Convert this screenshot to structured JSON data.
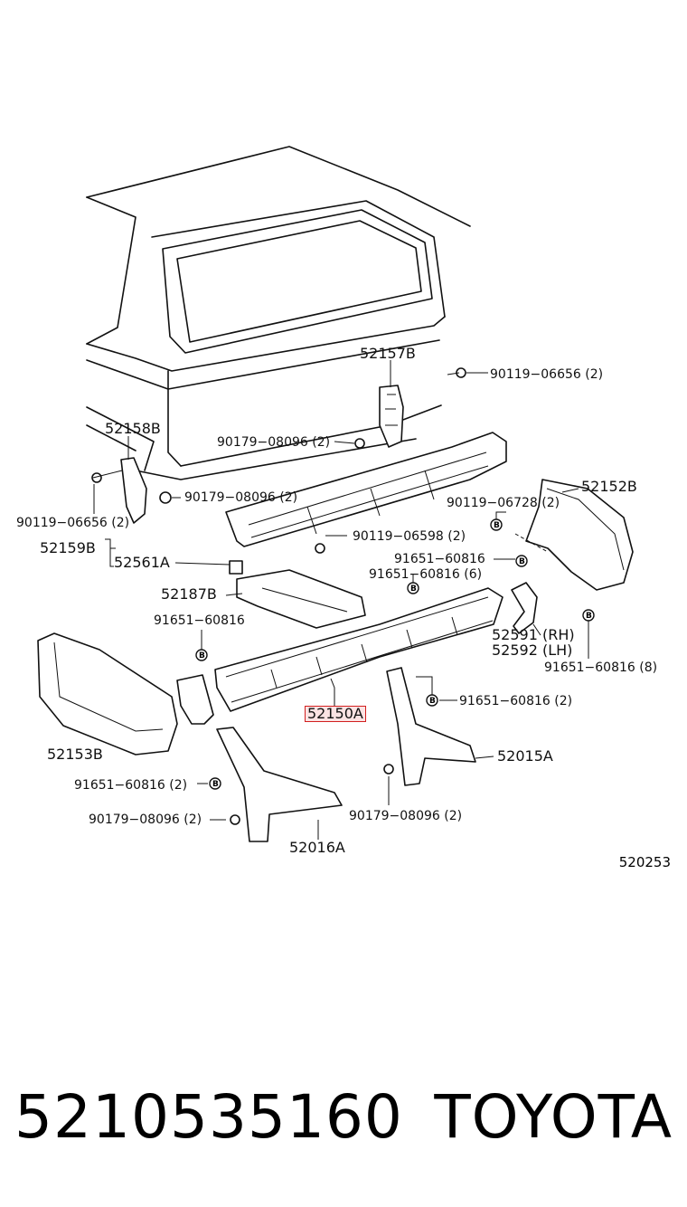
{
  "diagram": {
    "callouts": {
      "c52157B": "52157B",
      "c90119_06656_r": "90119−06656 (2)",
      "c52158B": "52158B",
      "c90179_08096_top": "90179−08096 (2)",
      "c90179_08096_mid": "90179−08096 (2)",
      "c90119_06656_l": "90119−06656 (2)",
      "c52152B": "52152B",
      "c90119_06728": "90119−06728 (2)",
      "c90119_06598": "90119−06598 (2)",
      "c52159B": "52159B",
      "c52561A": "52561A",
      "c91651_60816_a": "91651−60816",
      "c91651_60816_b": "91651−60816 (6)",
      "c52187B": "52187B",
      "c91651_60816_c": "91651−60816",
      "c52591": "52591 (RH)",
      "c52592": "52592 (LH)",
      "c91651_60816_d": "91651−60816 (8)",
      "c91651_60816_e": "91651−60816 (2)",
      "c52150A": "52150A",
      "c52153B": "52153B",
      "c52015A": "52015A",
      "c91651_60816_f": "91651−60816 (2)",
      "c90179_08096_bl": "90179−08096 (2)",
      "c90179_08096_br": "90179−08096 (2)",
      "c52016A": "52016A"
    },
    "bolt_marker": "B",
    "diagram_code": "520253",
    "highlight_color": "#d21f1f"
  },
  "footer": {
    "part_number": "5210535160",
    "brand": "TOYOTA"
  }
}
